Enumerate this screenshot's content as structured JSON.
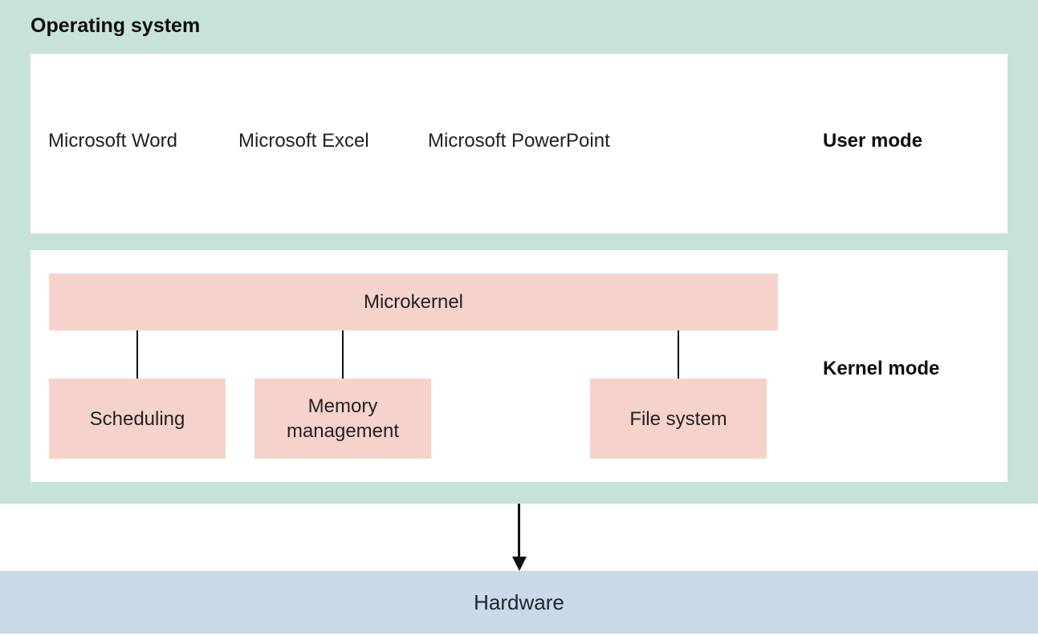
{
  "title": "Operating system",
  "user_mode": {
    "mode_label": "User mode",
    "apps": [
      {
        "label": "Microsoft Word"
      },
      {
        "label": "Microsoft Excel"
      },
      {
        "label": "Microsoft PowerPoint"
      }
    ]
  },
  "kernel_mode": {
    "mode_label": "Kernel mode",
    "microkernel_label": "Microkernel",
    "components": [
      {
        "label": "Scheduling"
      },
      {
        "label": "Memory management"
      },
      {
        "label": "File system"
      }
    ]
  },
  "hardware": {
    "label": "Hardware"
  },
  "colors": {
    "region_green": "#c7e2d8",
    "box_pink": "#f5d3cc",
    "hardware_blue": "#c9d9e8",
    "line_black": "#111111"
  }
}
